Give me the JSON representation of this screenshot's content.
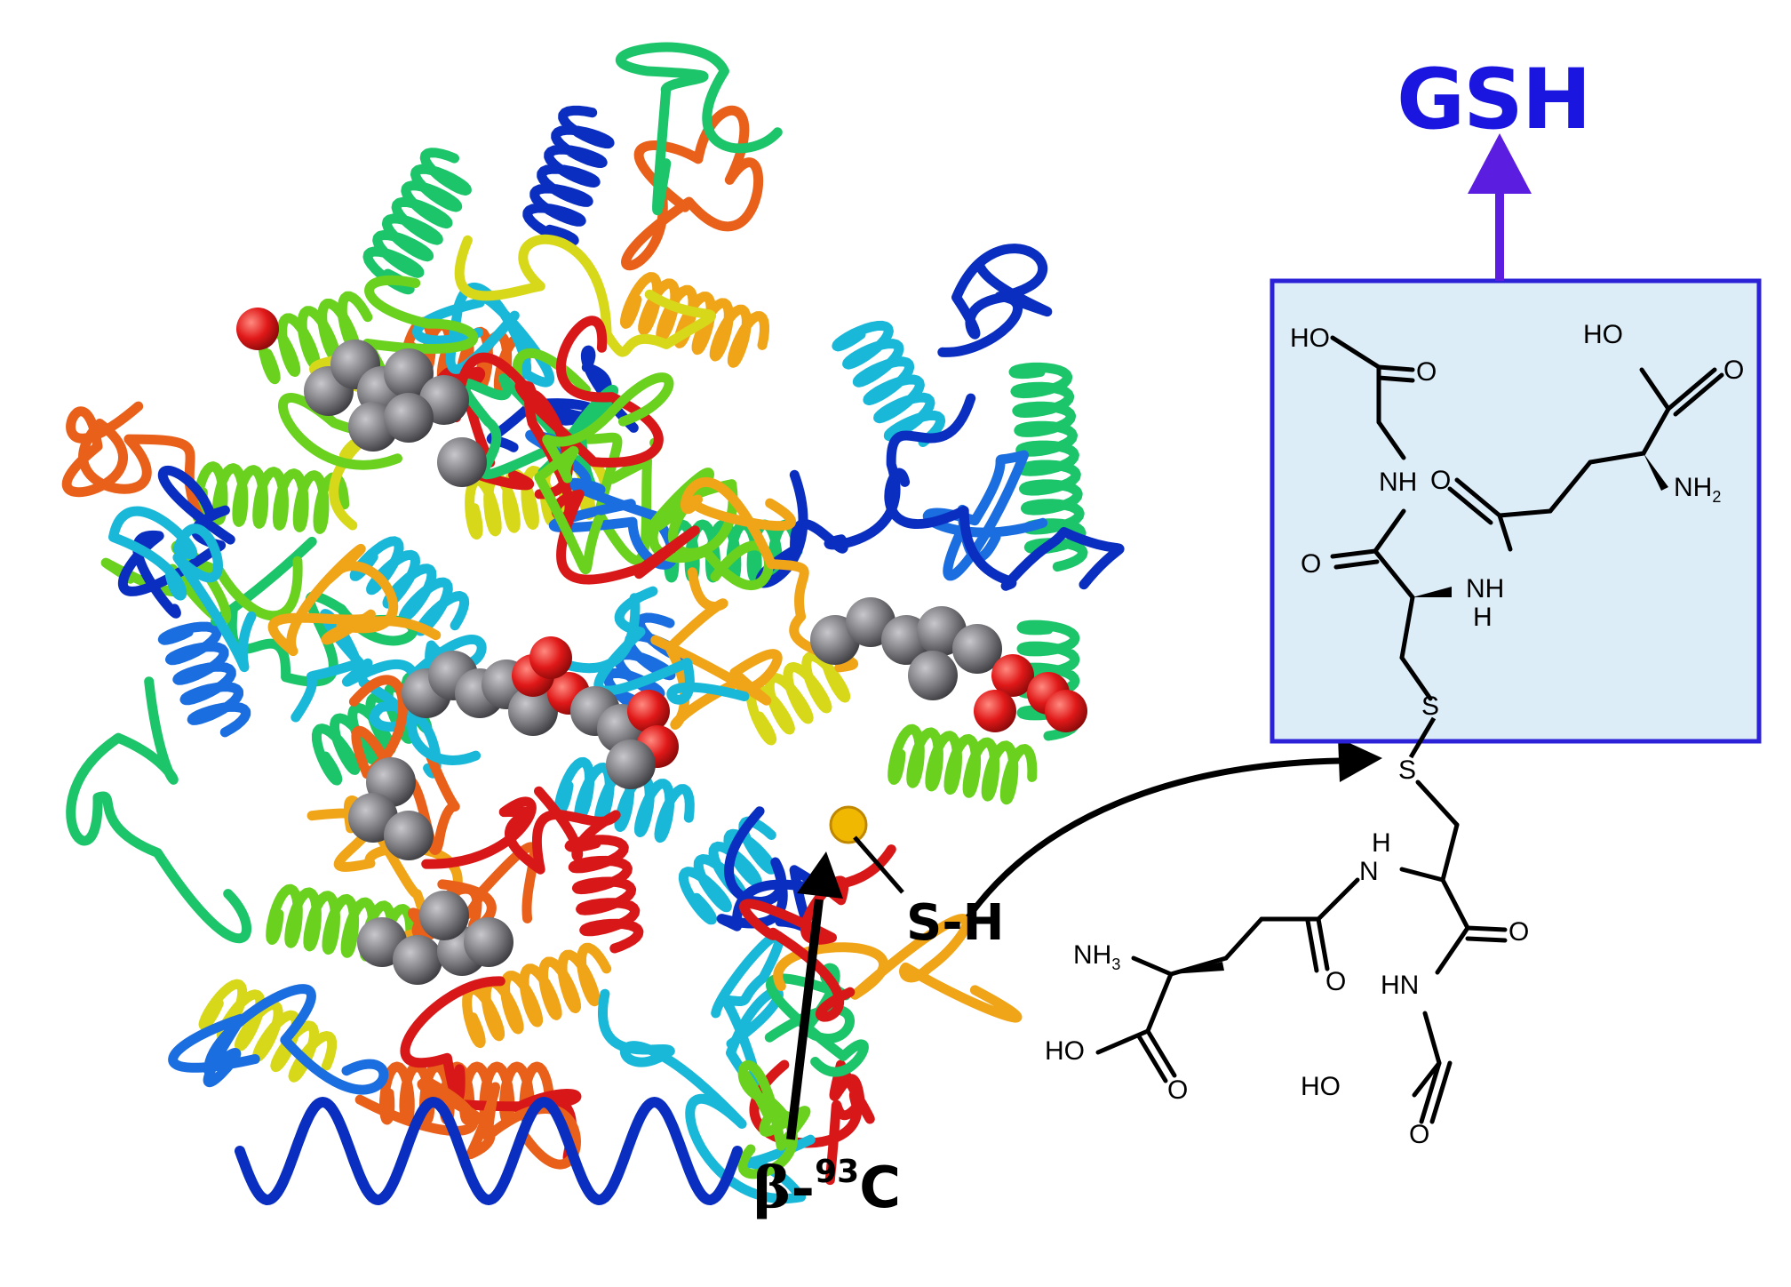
{
  "labels": {
    "product": "GSH",
    "thiol": "S-H",
    "residue_prefix": "β-",
    "residue_number": "93",
    "residue_letter": "C"
  },
  "box_molecule_atoms": {
    "ho_gly": "HO",
    "o_gly": "O",
    "nh_gly": "NH",
    "o_cys": "O",
    "nh_cys": "NH",
    "h_cys": "H",
    "s_box": "S",
    "ho_glu": "HO",
    "o_glu": "O",
    "o_amide": "O",
    "nh2_glu": "NH",
    "nh2_sub": "2"
  },
  "free_molecule_atoms": {
    "s_free": "S",
    "h_cys": "H",
    "n_cys": "N",
    "o_amide": "O",
    "nh3": "NH",
    "nh3_sub": "3",
    "ho_glu": "HO",
    "o_glu": "O",
    "o_cys": "O",
    "hn_gly": "HN",
    "ho_gly": "HO",
    "o_gly": "O"
  },
  "colors": {
    "box_fill": "#dcedf8",
    "box_border": "#2b22d8",
    "arrow_blue": "#5b1de0",
    "label_blue": "#1a16e0",
    "ribbon_palette": [
      "#0a2fc0",
      "#1a6ee0",
      "#19b8d8",
      "#1cc46a",
      "#6ad21e",
      "#d8d81a",
      "#f0a418",
      "#e8601a",
      "#d81818"
    ],
    "heme_gray": "#7a7a7e",
    "oxygen_red": "#e01818"
  }
}
